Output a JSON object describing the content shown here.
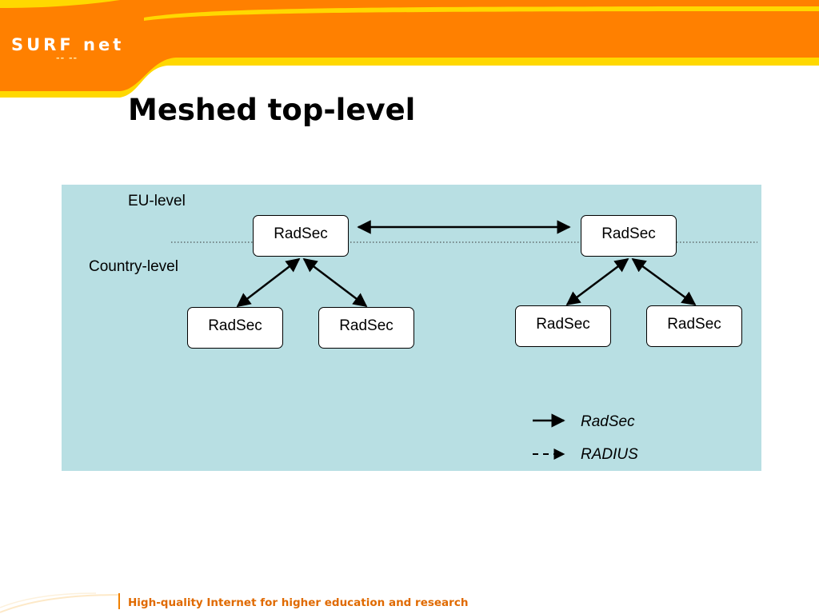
{
  "header": {
    "logo": "SURF net",
    "logo_sub": "--  --",
    "title": "Meshed top-level"
  },
  "diagram": {
    "levels": {
      "eu": "EU-level",
      "country": "Country-level"
    },
    "nodes": {
      "eu_left": "RadSec",
      "eu_right": "RadSec",
      "country_1": "RadSec",
      "country_2": "RadSec",
      "country_3": "RadSec",
      "country_4": "RadSec"
    },
    "legend": {
      "solid": "RadSec",
      "dashed": "RADIUS"
    }
  },
  "footer": {
    "tagline": "High-quality Internet for higher education and research"
  },
  "colors": {
    "orange": "#ff8000",
    "yellow": "#ffd700",
    "panel": "#b8dfe3",
    "footer_text": "#e06a00"
  }
}
